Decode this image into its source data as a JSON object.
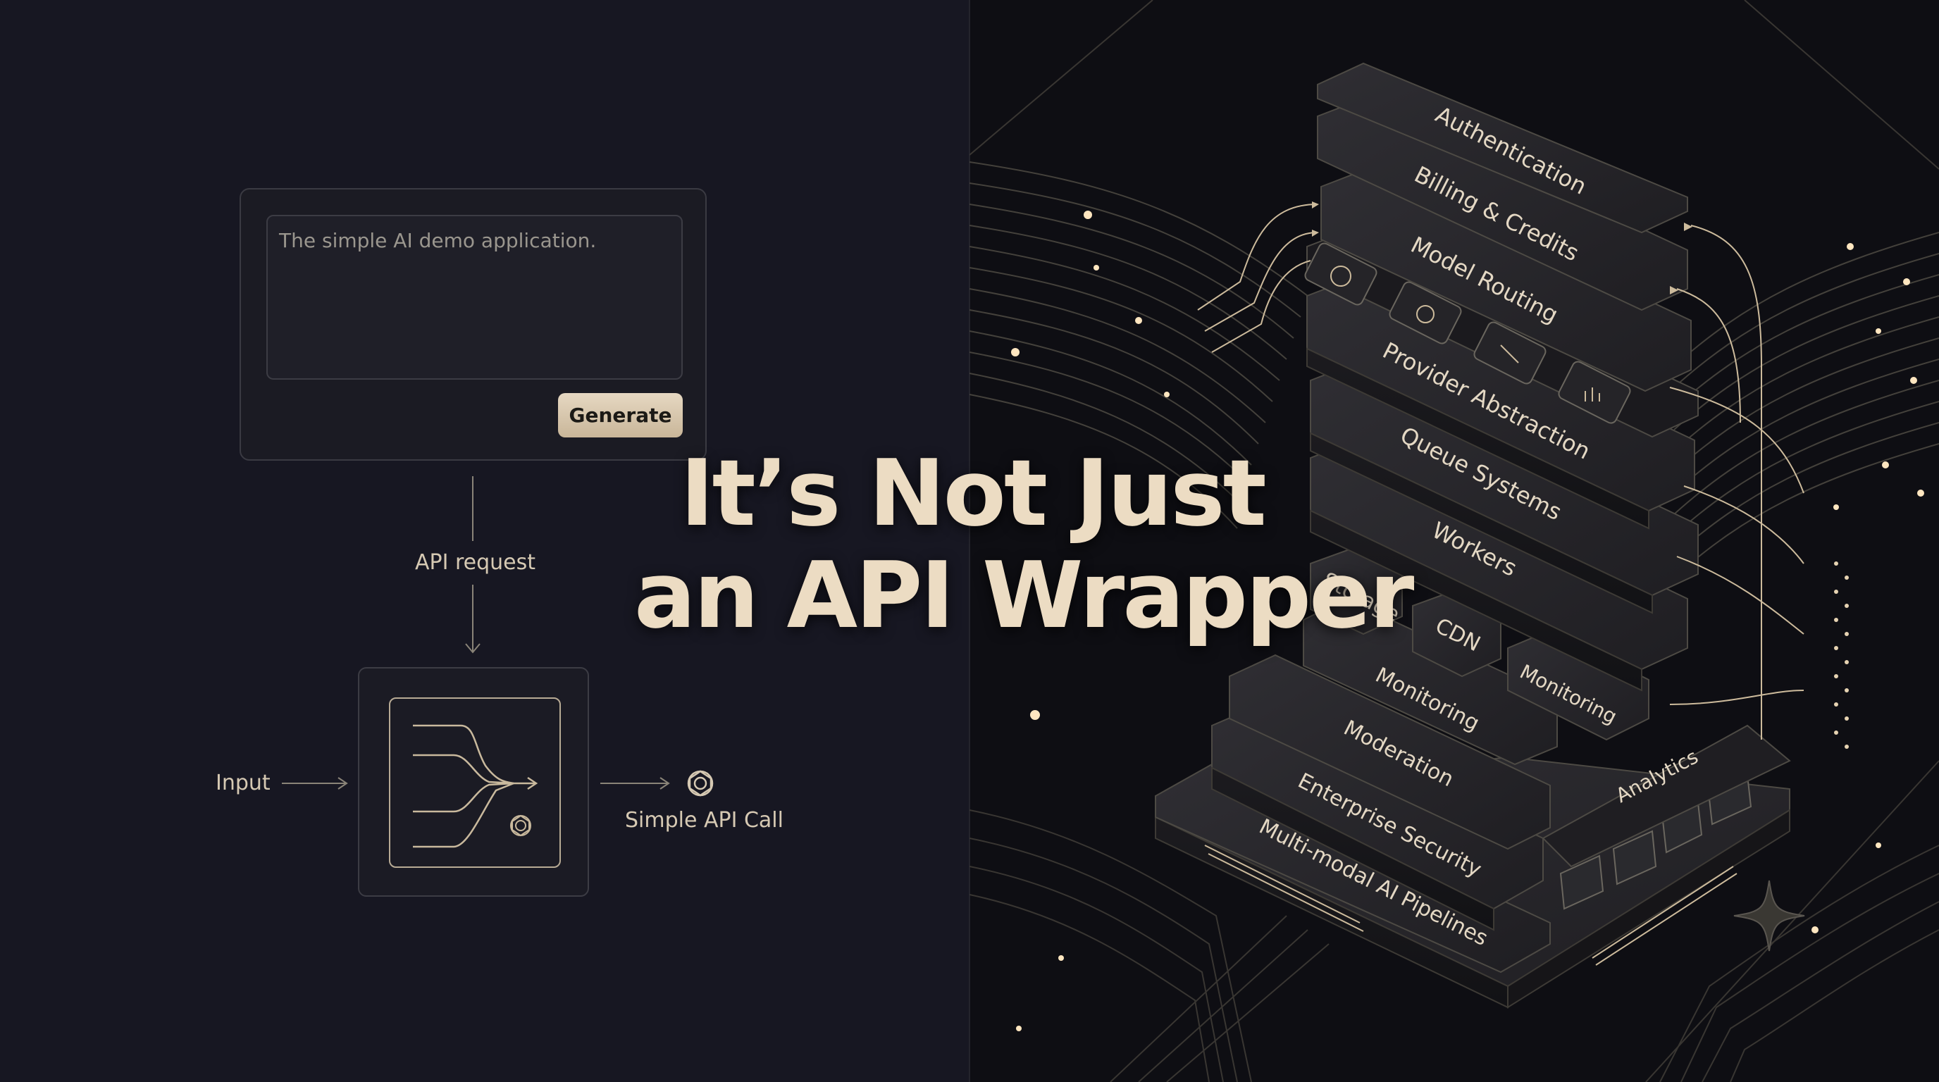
{
  "headline": {
    "line1": "It’s Not Just",
    "line2": "an API Wrapper"
  },
  "demo_app": {
    "textarea_placeholder": "The simple AI demo application.",
    "generate_button": "Generate"
  },
  "flow": {
    "api_request_label": "API request",
    "input_label": "Input",
    "output_label": "Simple API Call",
    "model_icon": "openai-logo-icon"
  },
  "stack_layers": [
    "Authentication",
    "Billing & Credits",
    "Model Routing",
    "Provider Abstraction",
    "Queue Systems",
    "Workers",
    "Storage",
    "CDN",
    "Monitoring",
    "Monitoring",
    "Moderation",
    "Enterprise Security",
    "Multi-modal AI Pipelines",
    "Analytics"
  ],
  "provider_icons": [
    "openai-logo-icon",
    "flower-logo-icon",
    "wand-icon",
    "bar-chart-icon"
  ],
  "colors": {
    "accent": "#e6d8c2",
    "text": "#d6c9b3",
    "left_bg": "#171722",
    "right_bg": "#0e0e13"
  }
}
